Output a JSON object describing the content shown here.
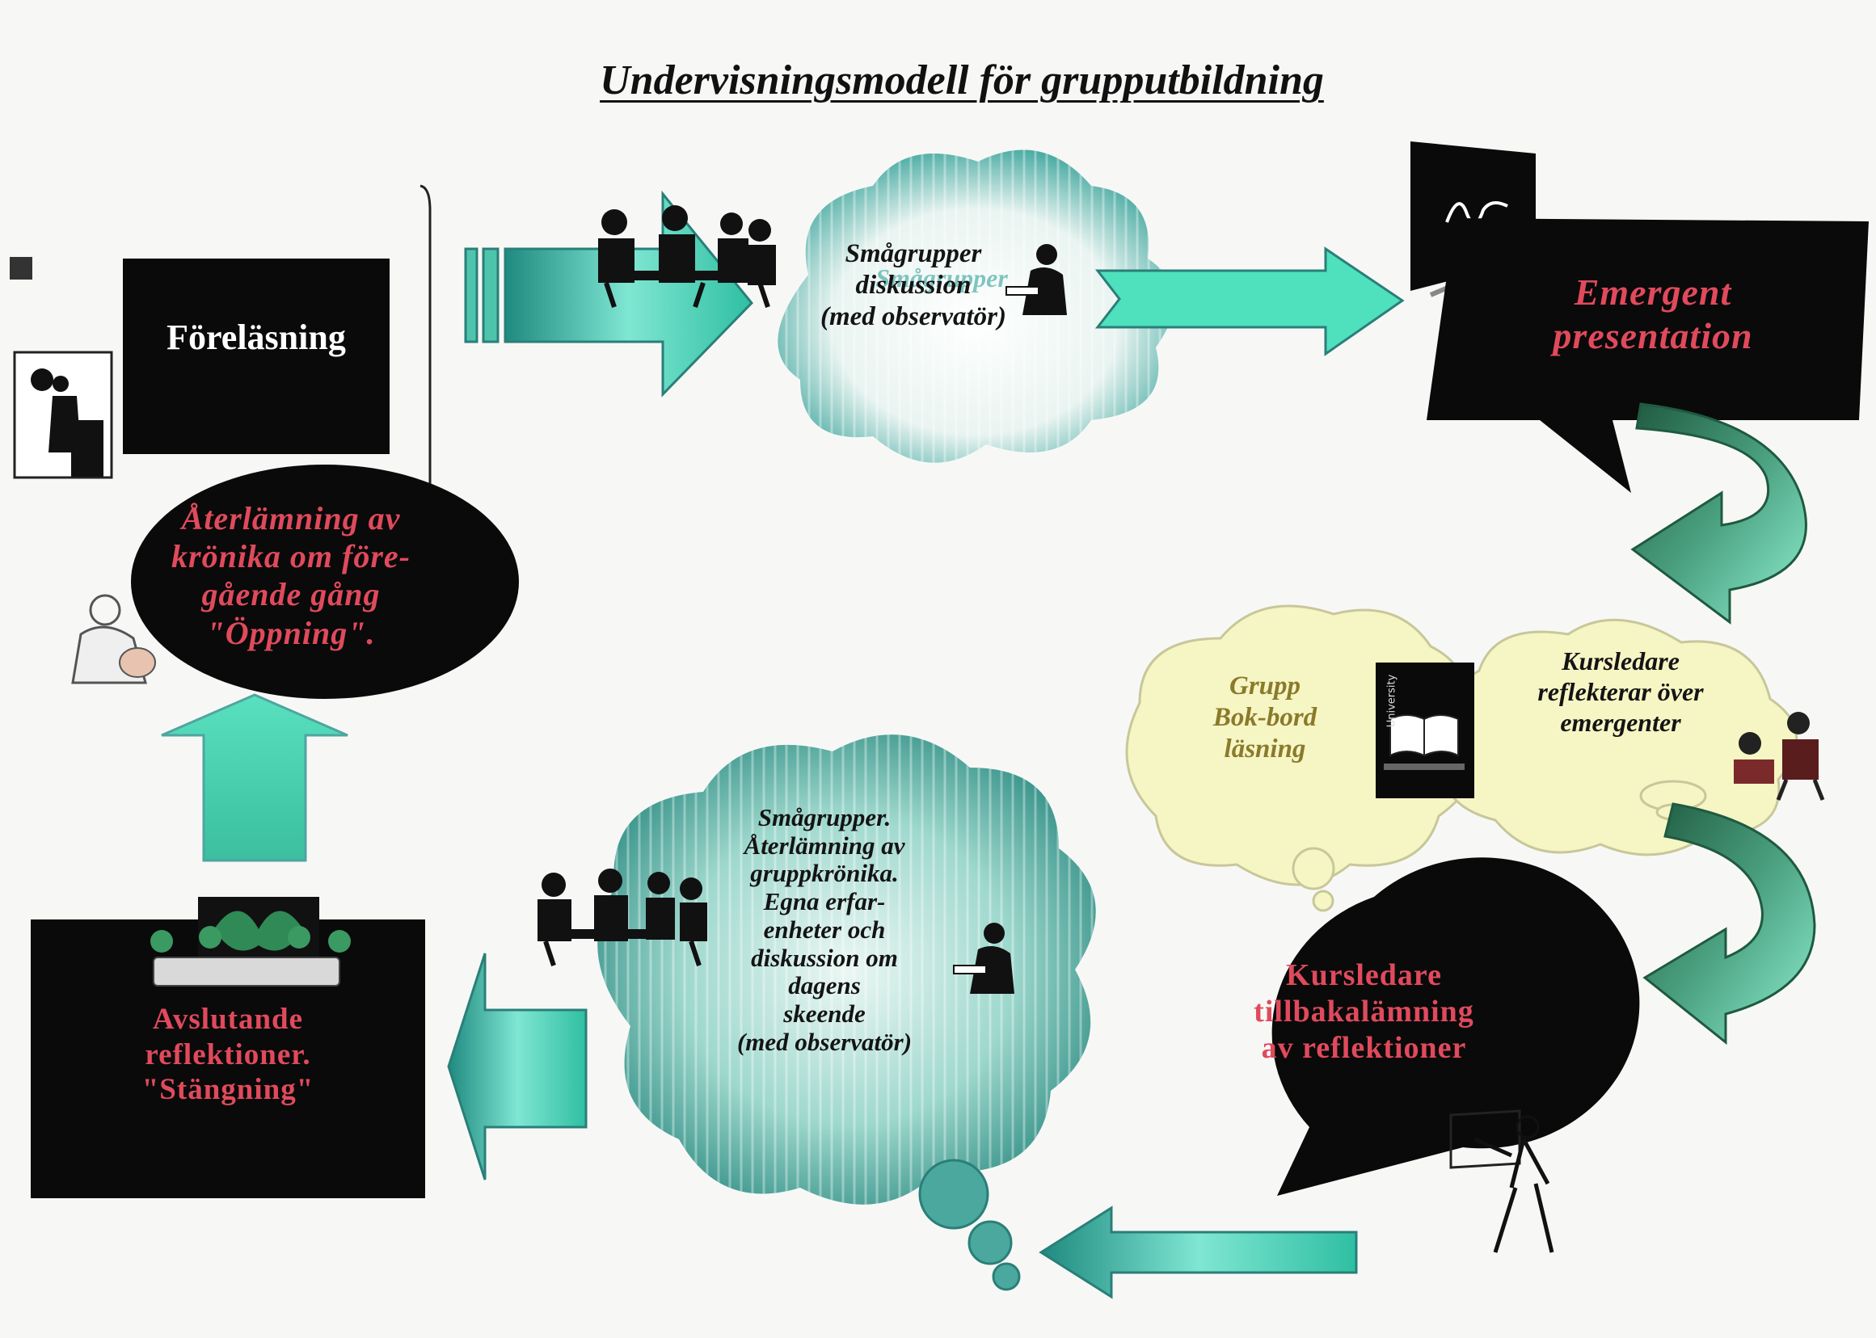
{
  "title": "Undervisningsmodell för grupputbildning",
  "colors": {
    "background": "#f7f8f6",
    "box": "#0a0a0a",
    "arrow_teal": "#3fd9b4",
    "arrow_dark_green": "#2f6e52",
    "cloud_teal": "#2f9f96",
    "cloud_yellow": "#f6f5c4",
    "label_red": "#e04a5c"
  },
  "nodes": {
    "forelasning": {
      "text": "Föreläsning"
    },
    "aterlamning_kronika": {
      "lines": [
        "Återlämning av",
        "krönika om före-",
        "gående gång",
        "\"Öppning\"."
      ]
    },
    "smagrupper_top": {
      "lines": [
        "Smågrupper",
        "diskussion",
        "(med observatör)"
      ],
      "ghost_text": "Smågrupper"
    },
    "emergent": {
      "lines": [
        "Emergent",
        "presentation"
      ]
    },
    "grupp_bokbord": {
      "lines": [
        "Grupp",
        "Bok-bord",
        "läsning"
      ]
    },
    "book_label": "University",
    "kursledare_reflekterar": {
      "lines": [
        "Kursledare",
        "reflekterar över",
        "emergenter"
      ]
    },
    "kursledare_tillbaka": {
      "lines": [
        "Kursledare",
        "tillbakalämning",
        "av reflektioner"
      ]
    },
    "smagrupper_bottom": {
      "lines": [
        "Smågrupper.",
        "Återlämning av",
        "gruppkrönika.",
        "Egna erfar-",
        "enheter och",
        "diskussion om",
        "dagens",
        "skeende",
        "(med observatör)"
      ]
    },
    "avslutande": {
      "lines": [
        "Avslutande",
        "reflektioner.",
        "\"Stängning\""
      ]
    }
  },
  "icons": [
    "lecturer-podium-icon",
    "meeting-group-icon",
    "reader-figure-icon",
    "blackboard-icon",
    "book-icon",
    "office-people-icon",
    "thinking-person-icon",
    "presenter-icon",
    "group-table-icon"
  ]
}
